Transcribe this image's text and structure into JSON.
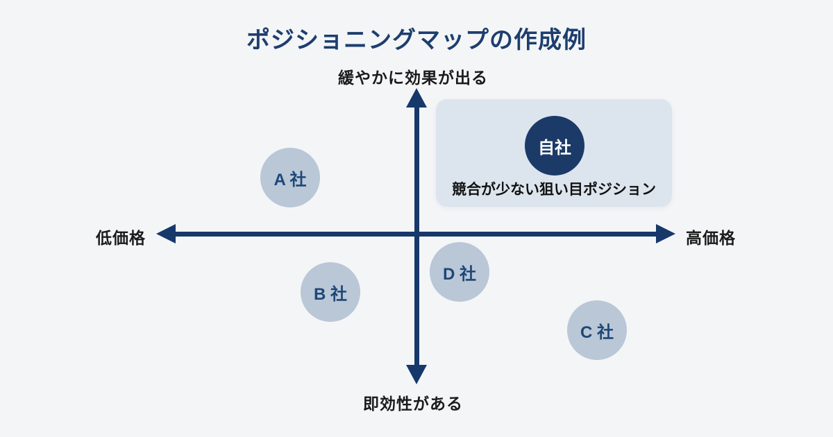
{
  "title": "ポジショニングマップの作成例",
  "axis_labels": {
    "top": "緩やかに効果が出る",
    "bottom": "即効性がある",
    "left": "低価格",
    "right": "高価格"
  },
  "highlight_box": {
    "caption": "競合が少ない狙い目ポジション"
  },
  "points": {
    "own": {
      "label": "自社"
    },
    "a": {
      "label": "A 社"
    },
    "b": {
      "label": "B 社"
    },
    "c": {
      "label": "C 社"
    },
    "d": {
      "label": "D 社"
    }
  },
  "colors": {
    "navy_axis": "#16386b",
    "navy_title": "#1d3e6e",
    "own_circle_fill": "#1b3a68",
    "company_circle_fill": "#b9c7d6",
    "company_circle_text": "#1d4778",
    "highlight_box_fill": "#dce4ed",
    "page_background": "#f4f5f7",
    "label_text": "#1b1b1b"
  },
  "chart_data": {
    "type": "scatter",
    "title": "ポジショニングマップの作成例",
    "x_axis": {
      "negative_label": "低価格",
      "positive_label": "高価格"
    },
    "y_axis": {
      "positive_label": "緩やかに効果が出る",
      "negative_label": "即効性がある"
    },
    "points": [
      {
        "label": "自社",
        "x": 0.53,
        "y": 0.6,
        "emphasized": true
      },
      {
        "label": "A 社",
        "x": -0.49,
        "y": 0.39,
        "emphasized": false
      },
      {
        "label": "B 社",
        "x": -0.33,
        "y": -0.39,
        "emphasized": false
      },
      {
        "label": "C 社",
        "x": 0.7,
        "y": -0.64,
        "emphasized": false
      },
      {
        "label": "D 社",
        "x": 0.17,
        "y": -0.25,
        "emphasized": false
      }
    ],
    "annotation": {
      "text": "競合が少ない狙い目ポジション",
      "quadrant": "upper-right"
    },
    "legend": "none",
    "grid": false
  }
}
